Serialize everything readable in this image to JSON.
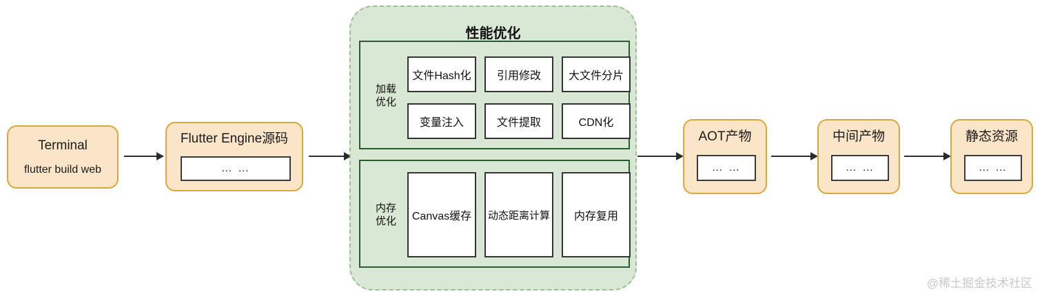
{
  "diagram": {
    "watermark": "@稀土掘金技术社区",
    "colors": {
      "stage_fill": "#fbe5c8",
      "stage_border": "#d6a93c",
      "panel_fill": "#d9e8d4",
      "panel_border": "#9dbf92",
      "group_border": "#2d5a2d",
      "cell_fill": "#ffffff",
      "cell_border": "#333333",
      "arrow": "#2b2b2b",
      "watermark": "#c9c9c9"
    },
    "stages": [
      {
        "title": "Terminal",
        "subtitle": "flutter build web",
        "inner": null
      },
      {
        "title": "Flutter Engine源码",
        "subtitle": null,
        "inner": "… …"
      },
      {
        "title": "AOT产物",
        "subtitle": null,
        "inner": "… …"
      },
      {
        "title": "中间产物",
        "subtitle": null,
        "inner": "… …"
      },
      {
        "title": "静态资源",
        "subtitle": null,
        "inner": "… …"
      }
    ],
    "panel": {
      "title": "性能优化",
      "groups": [
        {
          "label_line1": "加载",
          "label_line2": "优化",
          "items": [
            "文件Hash化",
            "引用修改",
            "大文件分片",
            "变量注入",
            "文件提取",
            "CDN化"
          ]
        },
        {
          "label_line1": "内存",
          "label_line2": "优化",
          "items": [
            "Canvas缓存",
            "动态距离计算",
            "内存复用"
          ]
        }
      ]
    }
  }
}
